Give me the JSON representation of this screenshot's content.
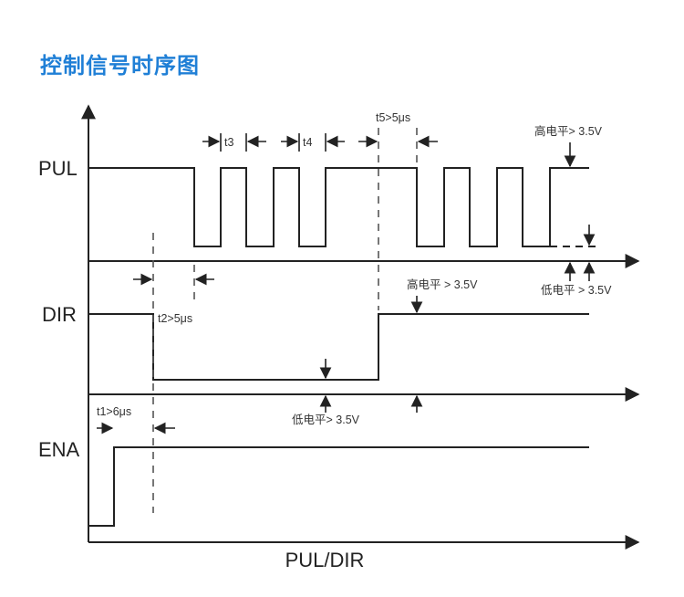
{
  "title": "控制信号时序图",
  "signals": {
    "pul": "PUL",
    "dir": "DIR",
    "ena": "ENA"
  },
  "annotations": {
    "t1": "t1>6μs",
    "t2": "t2>5μs",
    "t3": "t3",
    "t4": "t4",
    "t5": "t5>5μs",
    "pul_high": "高电平> 3.5V",
    "pul_low": "低电平 > 3.5V",
    "dir_high": "高电平 > 3.5V",
    "dir_low": "低电平> 3.5V"
  },
  "x_axis_label": "PUL/DIR",
  "colors": {
    "title": "#1f7fd6",
    "line": "#222222",
    "dash": "#555555"
  }
}
